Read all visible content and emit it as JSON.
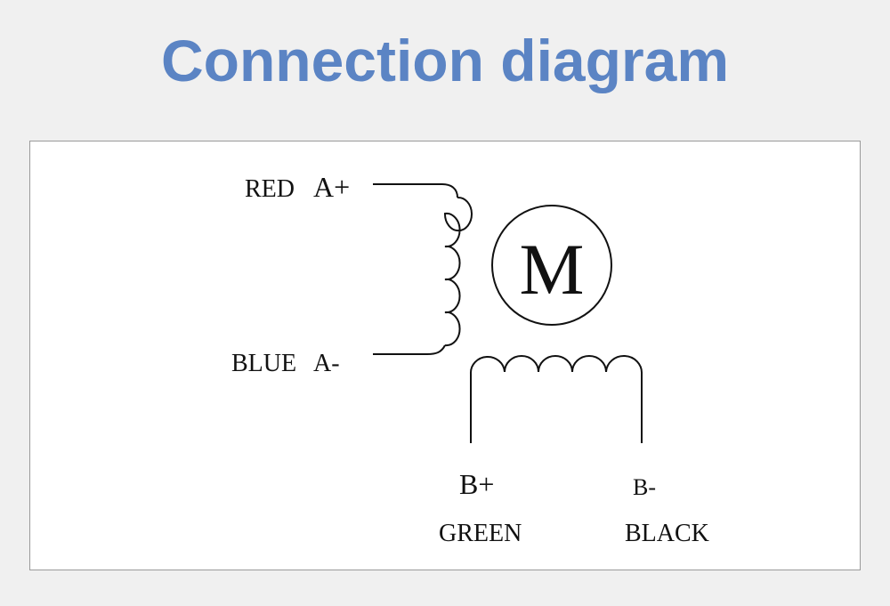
{
  "title": "Connection diagram",
  "motor_label": "M",
  "terminals": {
    "a_plus": {
      "color_name": "RED",
      "label": "A+"
    },
    "a_minus": {
      "color_name": "BLUE",
      "label": "A-"
    },
    "b_plus": {
      "color_name": "GREEN",
      "label": "B+"
    },
    "b_minus": {
      "color_name": "BLACK",
      "label": "B-"
    }
  },
  "colors": {
    "title": "#5b84c4",
    "line": "#111111",
    "background": "#f0f0f0",
    "panel": "#ffffff"
  }
}
